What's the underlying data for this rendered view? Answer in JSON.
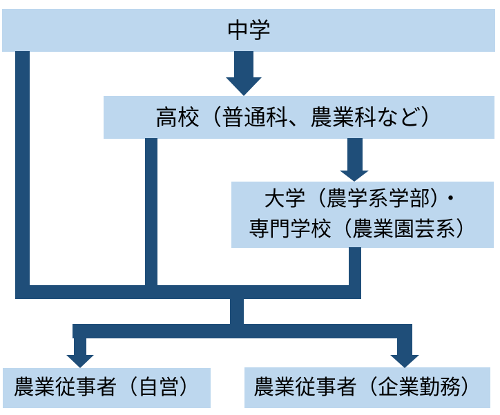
{
  "diagram": {
    "colors": {
      "background": "#ffffff",
      "node_fill": "#bdd7ee",
      "connector": "#1f4e79",
      "text": "#000000"
    },
    "nodes": {
      "middle_school": {
        "label": "中学"
      },
      "high_school": {
        "label": "高校（普通科、農業科など）"
      },
      "university": {
        "label_line1": "大学（農学系学部）・",
        "label_line2": "専門学校（農業園芸系）"
      },
      "farmer_self_employed": {
        "label": "農業従事者（自営）"
      },
      "farmer_company": {
        "label": "農業従事者（企業勤務）"
      }
    },
    "edges": [
      {
        "from": "middle_school",
        "to": "high_school",
        "style": "arrow"
      },
      {
        "from": "high_school",
        "to": "university",
        "style": "arrow"
      },
      {
        "from": "middle_school",
        "to": "career_split_bar",
        "style": "line"
      },
      {
        "from": "high_school",
        "to": "career_split_bar",
        "style": "line"
      },
      {
        "from": "university",
        "to": "career_split_bar",
        "style": "line"
      },
      {
        "from": "career_split_bar",
        "to": "farmer_self_employed",
        "style": "arrow"
      },
      {
        "from": "career_split_bar",
        "to": "farmer_company",
        "style": "arrow"
      }
    ]
  }
}
